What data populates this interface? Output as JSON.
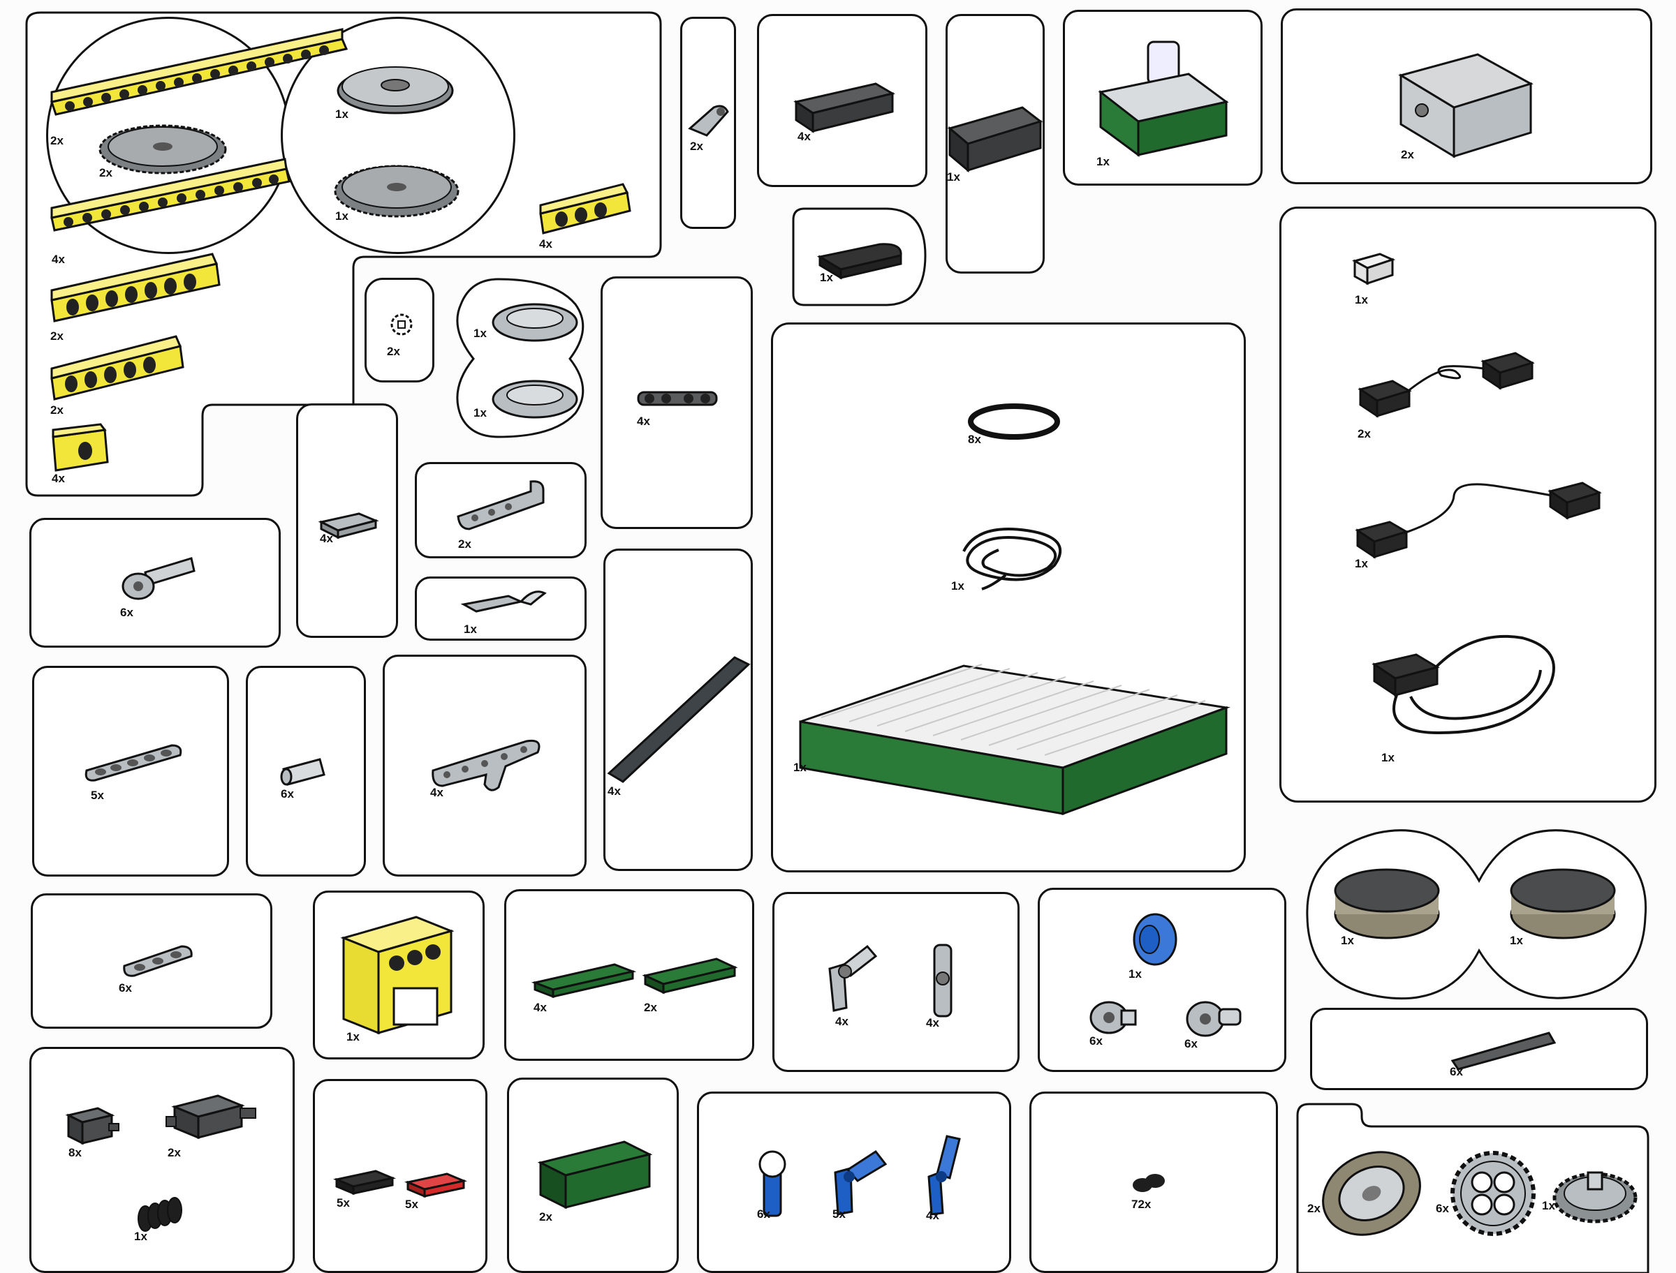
{
  "colors": {
    "yellow": "#f2e63a",
    "light_gray": "#b9bec2",
    "dark_gray": "#4a4c4d",
    "black": "#1e1e1e",
    "green": "#1f6a2c",
    "blue": "#1d5fc4",
    "red": "#d42a2a",
    "tan": "#a9a38d",
    "outline": "#111111"
  },
  "parts": {
    "beam16": "2x",
    "gear40_a": "2x",
    "beam12": "4x",
    "beam8": "2x",
    "beam6": "2x",
    "beam1": "4x",
    "pulley": "1x",
    "gear40_b": "1x",
    "beam4": "4x",
    "crank": "2x",
    "plate_4_dark": "4x",
    "brick_2x6_dark": "1x",
    "plate_rounded": "1x",
    "light_brick": "1x",
    "motor": "2x",
    "gear8": "2x",
    "cam_a": "1x",
    "cam_b": "1x",
    "axle_joiner": "4x",
    "plate_1x2": "4x",
    "lift_arm_l": "2x",
    "hook_plate": "1x",
    "rubber_band": "8x",
    "string": "1x",
    "base_plate": "1x",
    "touch_sensor": "1x",
    "wire_short": "2x",
    "wire_medium": "1x",
    "wire_long": "1x",
    "connector_axle": "6x",
    "beam5": "5x",
    "bush": "6x",
    "triangle_beam": "4x",
    "rubber_bar": "4x",
    "beam3": "6x",
    "yellow_frame": "1x",
    "green_tile": "4x",
    "green_plate": "2x",
    "angle_conn_a": "4x",
    "angle_conn_b": "4x",
    "turntable_a": "1x",
    "turntable_b": "1x",
    "blue_pulley": "1x",
    "pin_conn_a": "6x",
    "pin_conn_b": "6x",
    "long_pin": "6x",
    "brick_axle_small": "8x",
    "brick_axle_large": "2x",
    "worm": "1x",
    "tile_black": "5x",
    "tile_red": "5x",
    "green_brick": "2x",
    "blue_conn_a": "6x",
    "blue_conn_b": "5x",
    "blue_conn_c": "4x",
    "pins": "72x",
    "wheel": "2x",
    "gear24": "6x",
    "crown_gear": "1x"
  }
}
